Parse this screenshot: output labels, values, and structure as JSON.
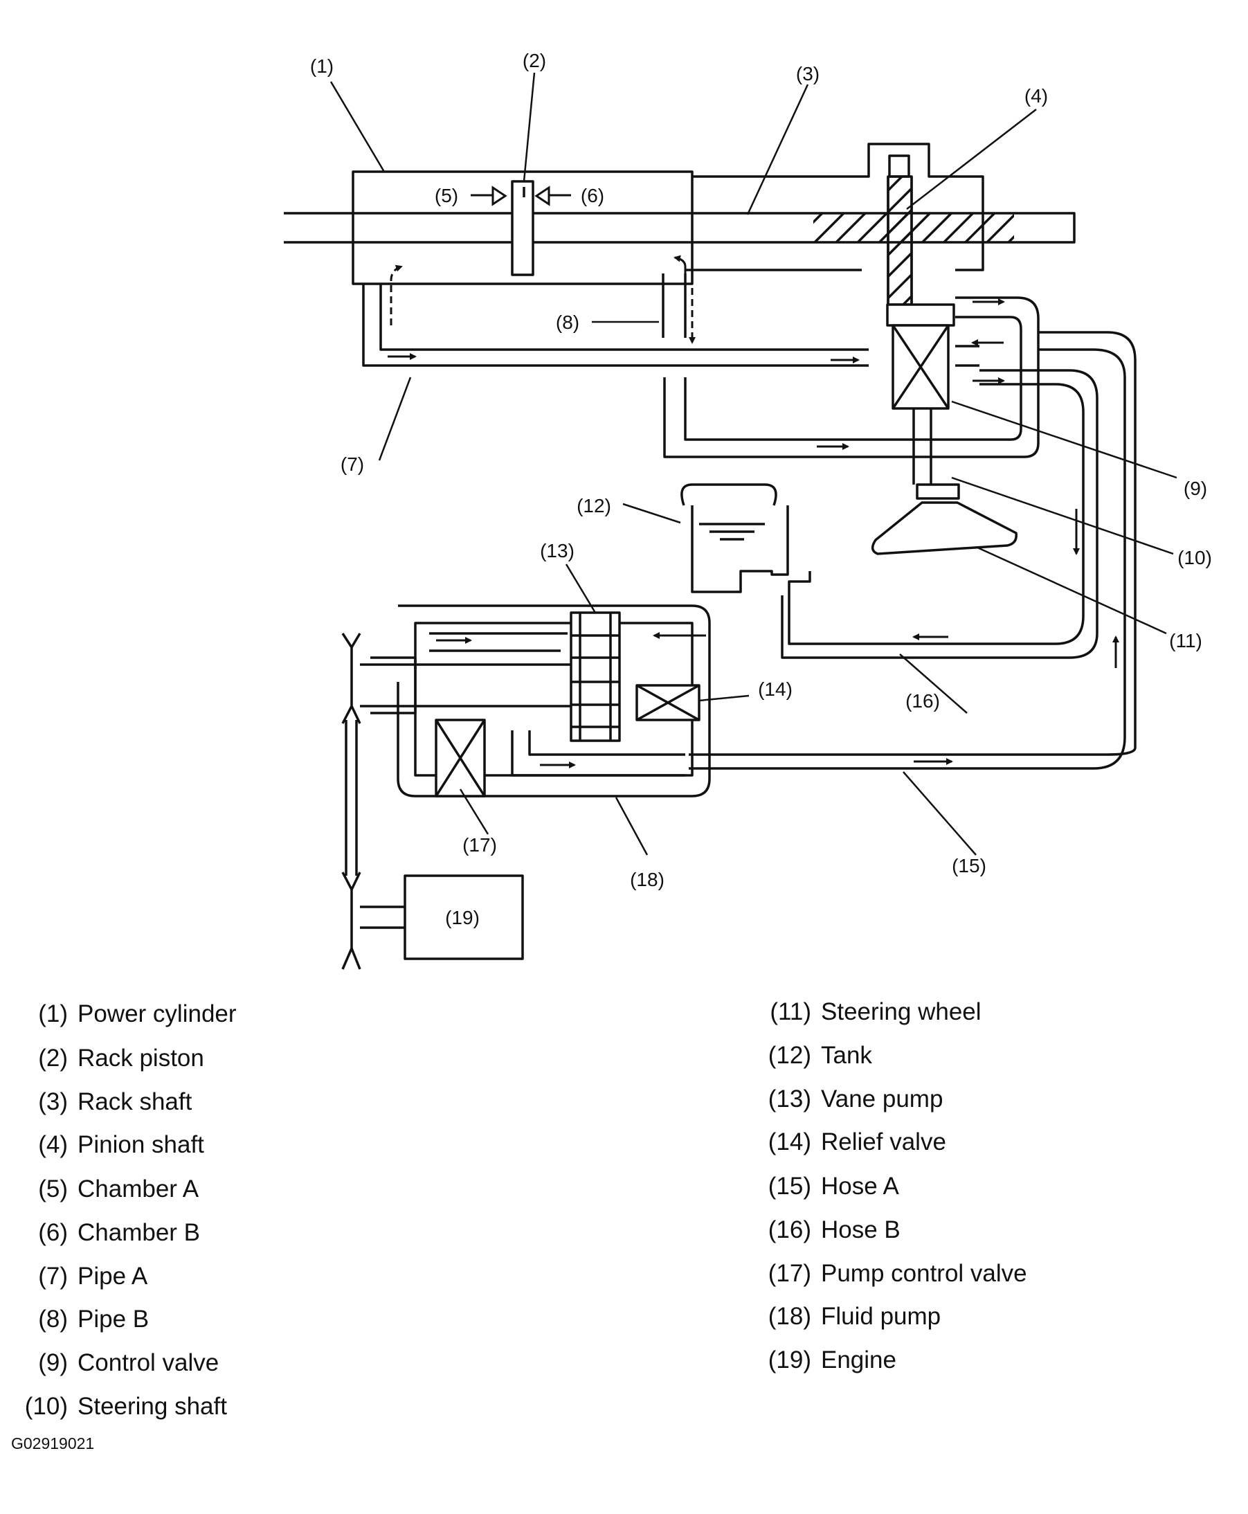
{
  "diagram": {
    "callouts": [
      "(1)",
      "(2)",
      "(3)",
      "(4)",
      "(5)",
      "(6)",
      "(7)",
      "(8)",
      "(9)",
      "(10)",
      "(11)",
      "(12)",
      "(13)",
      "(14)",
      "(15)",
      "(16)",
      "(17)",
      "(18)",
      "(19)"
    ]
  },
  "legend": {
    "left": [
      {
        "num": "(1)",
        "label": "Power cylinder"
      },
      {
        "num": "(2)",
        "label": "Rack piston"
      },
      {
        "num": "(3)",
        "label": "Rack shaft"
      },
      {
        "num": "(4)",
        "label": "Pinion shaft"
      },
      {
        "num": "(5)",
        "label": "Chamber A"
      },
      {
        "num": "(6)",
        "label": "Chamber B"
      },
      {
        "num": "(7)",
        "label": "Pipe A"
      },
      {
        "num": "(8)",
        "label": "Pipe B"
      },
      {
        "num": "(9)",
        "label": "Control valve"
      },
      {
        "num": "(10)",
        "label": "Steering shaft"
      }
    ],
    "right": [
      {
        "num": "(11)",
        "label": "Steering wheel"
      },
      {
        "num": "(12)",
        "label": "Tank"
      },
      {
        "num": "(13)",
        "label": "Vane pump"
      },
      {
        "num": "(14)",
        "label": "Relief valve"
      },
      {
        "num": "(15)",
        "label": "Hose A"
      },
      {
        "num": "(16)",
        "label": "Hose B"
      },
      {
        "num": "(17)",
        "label": "Pump control valve"
      },
      {
        "num": "(18)",
        "label": "Fluid pump"
      },
      {
        "num": "(19)",
        "label": "Engine"
      }
    ]
  },
  "figure_code": "G02919021"
}
